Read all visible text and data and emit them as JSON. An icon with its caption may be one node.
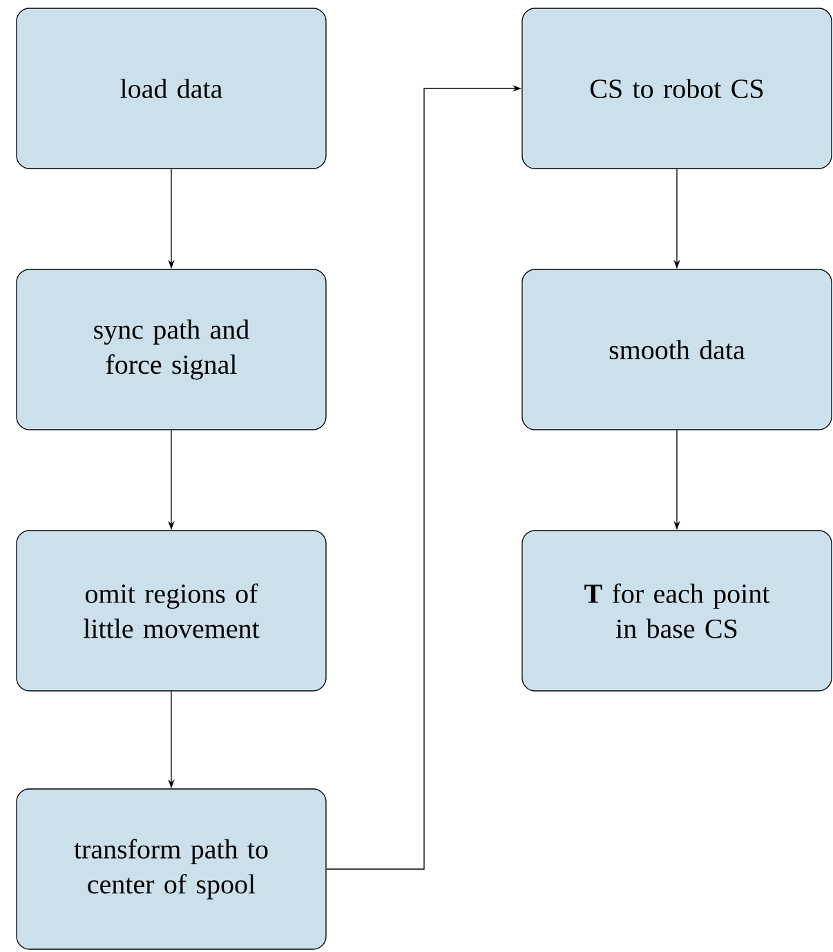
{
  "diagram": {
    "nodes": [
      {
        "text": [
          "load data"
        ]
      },
      {
        "text": [
          "sync path and force signal"
        ]
      },
      {
        "text": [
          "omit regions of little movement"
        ]
      },
      {
        "text": [
          "transform path to center of spool"
        ]
      },
      {
        "text": [
          "CS to robot CS"
        ]
      },
      {
        "text": [
          "smooth data"
        ]
      },
      {
        "text": [
          "**T** for each point in base CS"
        ]
      }
    ],
    "edges": [
      {
        "from": 0,
        "to": 1,
        "arrow": "to"
      },
      {
        "from": 1,
        "to": 2,
        "arrow": "to"
      },
      {
        "from": 2,
        "to": 3,
        "arrow": "to"
      },
      {
        "from": 3,
        "to": 4,
        "arrow": "to"
      },
      {
        "from": 4,
        "to": 5,
        "arrow": "to"
      },
      {
        "from": 5,
        "to": 6,
        "arrow": "to"
      }
    ]
  }
}
